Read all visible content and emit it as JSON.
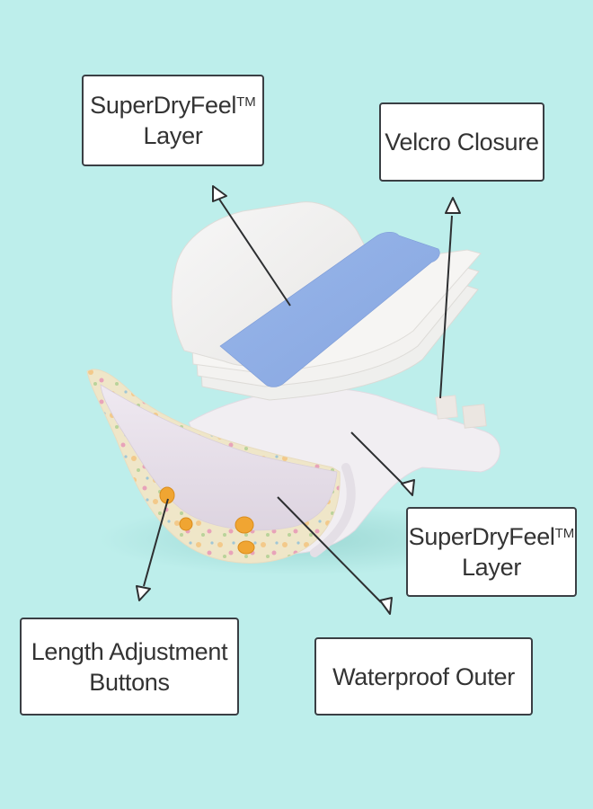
{
  "diagram": {
    "subject": "Cloth diaper with insert layers",
    "background_color": "#BDEEEB",
    "callouts": [
      {
        "id": "superdryfeel-top",
        "line1": "SuperDryFeel",
        "tm": "TM",
        "line2": "Layer"
      },
      {
        "id": "velcro",
        "line1": "Velcro Closure"
      },
      {
        "id": "superdryfeel-side",
        "line1": "SuperDryFeel",
        "tm": "TM",
        "line2": "Layer"
      },
      {
        "id": "length-buttons",
        "line1": "Length Adjustment",
        "line2": "Buttons"
      },
      {
        "id": "waterproof",
        "line1": "Waterproof Outer"
      }
    ],
    "colors": {
      "box_border": "#3a3f44",
      "text": "#333333",
      "blue_strip": "#8FAEE6",
      "insert_white": "#F4F3F2",
      "inner_lining": "#E9E3EC",
      "print_fabric": "#EFE6C8",
      "snap_button": "#F0A532"
    }
  }
}
